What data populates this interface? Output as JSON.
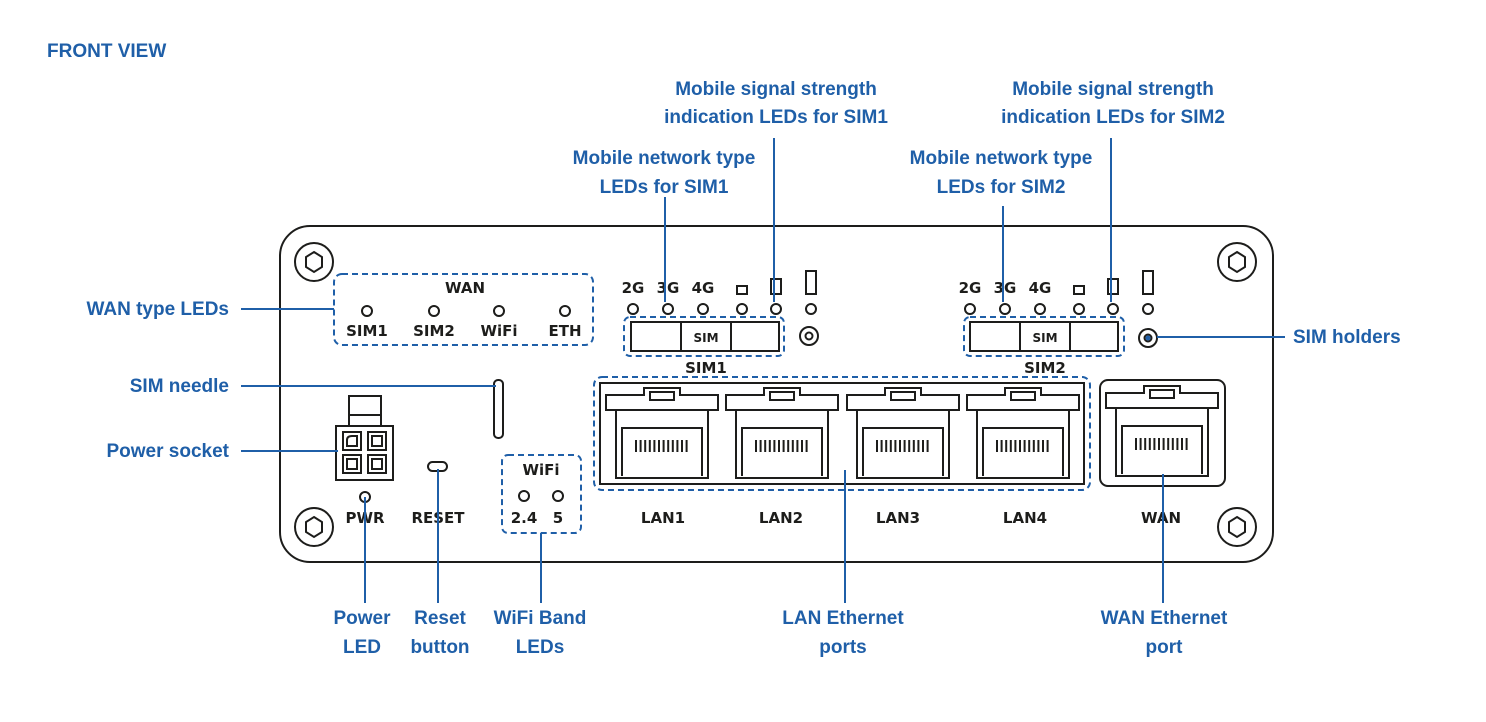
{
  "heading": "FRONT VIEW",
  "device_labels": {
    "wan_group": "WAN",
    "sim1": "SIM1",
    "sim2": "SIM2",
    "wifi": "WiFi",
    "eth": "ETH",
    "net_2g": "2G",
    "net_3g": "3G",
    "net_4g": "4G",
    "sim_tray": "SIM",
    "sim1_holder": "SIM1",
    "sim2_holder": "SIM2",
    "pwr": "PWR",
    "reset": "RESET",
    "wifi_band_group": "WiFi",
    "band_24": "2.4",
    "band_5": "5",
    "lan1": "LAN1",
    "lan2": "LAN2",
    "lan3": "LAN3",
    "lan4": "LAN4",
    "wan_port": "WAN"
  },
  "callouts": {
    "signal_sim1": [
      "Mobile signal strength",
      "indication LEDs for SIM1"
    ],
    "signal_sim2": [
      "Mobile signal strength",
      "indication LEDs for SIM2"
    ],
    "nettype_sim1": [
      "Mobile network type",
      "LEDs for SIM1"
    ],
    "nettype_sim2": [
      "Mobile network type",
      "LEDs for SIM2"
    ],
    "wan_type": "WAN type LEDs",
    "sim_needle": "SIM needle",
    "power_socket": "Power socket",
    "sim_holders": "SIM holders",
    "power_led": [
      "Power",
      "LED"
    ],
    "reset_button": [
      "Reset",
      "button"
    ],
    "wifi_band": [
      "WiFi Band",
      "LEDs"
    ],
    "lan_ports": [
      "LAN Ethernet",
      "ports"
    ],
    "wan_port": [
      "WAN Ethernet",
      "port"
    ]
  },
  "colors": {
    "callout": "#1f5fa8",
    "device_outline": "#1d1d1b",
    "background": "#ffffff"
  }
}
